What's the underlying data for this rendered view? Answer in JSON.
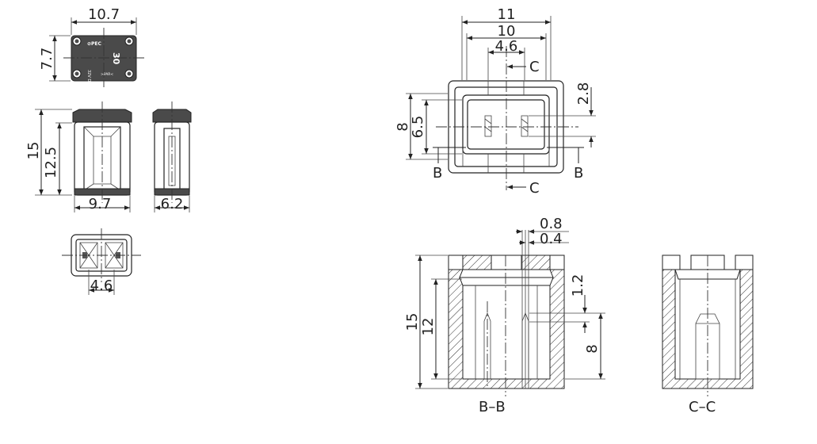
{
  "views": {
    "top": {
      "width_label": "10.7",
      "depth_label": "7.7",
      "logo_text": "⊘PEC",
      "rating_text": "30",
      "voltage_text": "32V DC",
      "brand_text": ">PAR<"
    },
    "front": {
      "height_label": "15",
      "inner_height_label": "12.5",
      "width_label": "9.7"
    },
    "side": {
      "width_label": "6.2"
    },
    "bottom": {
      "pitch_label": "4.6"
    },
    "socket_top": {
      "outer_width_label": "11",
      "inner_width_label": "10",
      "pitch_label": "4.6",
      "depth_label": "8",
      "inner_depth_label": "6.5",
      "offset_label": "2.8",
      "section_c_top": "C",
      "section_c_bottom": "C",
      "section_b_left": "B",
      "section_b_right": "B"
    },
    "section_bb": {
      "title": "B–B",
      "height_label": "15",
      "inner_height_label": "12",
      "terminal_width_label": "0.8",
      "slot_width_label": "0.4",
      "gap_label": "1.2",
      "terminal_height_label": "8"
    },
    "section_cc": {
      "title": "C–C"
    }
  }
}
